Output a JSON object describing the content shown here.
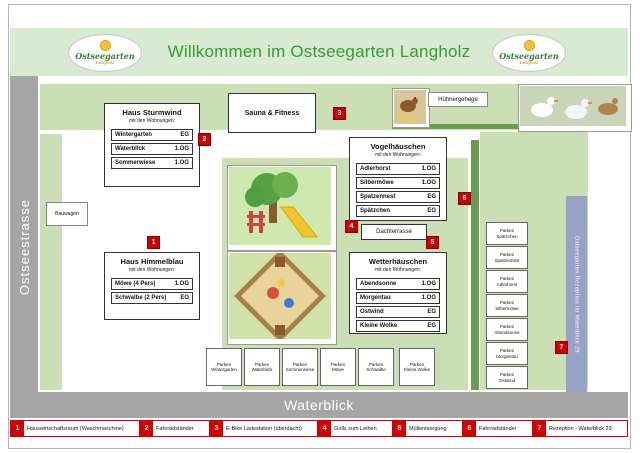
{
  "header": {
    "title": "Willkommen im Ostseegarten Langholz",
    "logo": {
      "name": "Ostseegarten",
      "subname": "Langholz"
    }
  },
  "streets": {
    "left": "Ostseestrasse",
    "bottom": "Waterblick"
  },
  "reception_bar": "Ostseegarten Rezeption im Waterblick 29",
  "areas": {
    "sauna": "Sauna & Fitness",
    "dachterrasse": "Dachterrasse",
    "bauwagen": "Bauwagen",
    "huehnergehege": "Hühnergehege"
  },
  "buildings": [
    {
      "name": "Haus Sturmwind",
      "subtitle": "mit den Wohnungen:",
      "units": [
        {
          "name": "Wintergarten",
          "floor": "EG"
        },
        {
          "name": "Waterblick",
          "floor": "1.OG"
        },
        {
          "name": "Sommerwiese",
          "floor": "1.OG"
        }
      ]
    },
    {
      "name": "Haus Himmelblau",
      "subtitle": "mit den Wohnungen:",
      "units": [
        {
          "name": "Möwe (4 Pers)",
          "floor": "1.OG"
        },
        {
          "name": "Schwalbe (2 Pers)",
          "floor": "EG"
        }
      ]
    },
    {
      "name": "Vogelhäuschen",
      "subtitle": "mit den Wohnungen:",
      "units": [
        {
          "name": "Adlerhorst",
          "floor": "1.OG"
        },
        {
          "name": "Silbermöwe",
          "floor": "1.OG"
        },
        {
          "name": "Spatzennest",
          "floor": "EG"
        },
        {
          "name": "Spätzchen",
          "floor": "EG"
        }
      ]
    },
    {
      "name": "Wetterhäuschen",
      "subtitle": "mit den Wohnungen:",
      "units": [
        {
          "name": "Abendsonne",
          "floor": "1.OG"
        },
        {
          "name": "Morgentau",
          "floor": "1.OG"
        },
        {
          "name": "Ostwind",
          "floor": "EG"
        },
        {
          "name": "Kleine Wolke",
          "floor": "EG"
        }
      ]
    }
  ],
  "parking": {
    "word": "Parken",
    "right": [
      "Spätzchen",
      "Spatzennest",
      "Adlerhorst",
      "Silbermöwe",
      "Abendsonne",
      "Morgentau",
      "Ostwind"
    ],
    "bottom": [
      "Wintergarten",
      "Waterblick",
      "Sommerwiese",
      "Möwe",
      "Schwalbe",
      "Kleine Wolke"
    ]
  },
  "legend": [
    {
      "num": "1",
      "label": "Hauswirtschaftsraum (Waschmaschine)"
    },
    {
      "num": "2",
      "label": "Fahrradständer"
    },
    {
      "num": "3",
      "label": "E-Bike Ladestation (überdacht)"
    },
    {
      "num": "4",
      "label": "Grills zum Leihen"
    },
    {
      "num": "5",
      "label": "Müllentsorgung"
    },
    {
      "num": "6",
      "label": "Fahrradständer"
    },
    {
      "num": "7",
      "label": "Rezeption - Waterblick 29"
    }
  ],
  "colors": {
    "header_bg": "#d9ead3",
    "title_green": "#33a02c",
    "lawn_green": "#cbdfb5",
    "hedge_green": "#6b9a53",
    "road_gray": "#a6a6a6",
    "marker_red": "#cc0000",
    "legend_red": "#d40000",
    "reception_blue": "#96a3c7"
  }
}
